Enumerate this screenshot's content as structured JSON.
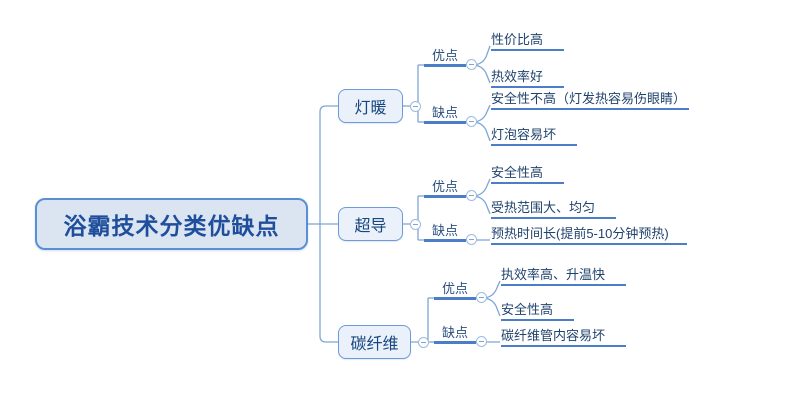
{
  "diagram": {
    "type": "mindmap",
    "background_color": "#ffffff",
    "accent_color": "#4a7fc8",
    "root": {
      "label": "浴霸技术分类优缺点",
      "fill_color": "#dbe5f1",
      "border_color": "#5b8fd4",
      "text_color": "#1f4e9c"
    },
    "branches": [
      {
        "label": "灯暖",
        "toggle_icon": "minus-circle-icon",
        "groups": [
          {
            "label": "优点",
            "toggle_icon": "minus-circle-icon",
            "leaves": [
              "性价比高",
              "热效率好"
            ]
          },
          {
            "label": "缺点",
            "toggle_icon": "minus-circle-icon",
            "leaves": [
              "安全性不高（灯发热容易伤眼睛）",
              "灯泡容易坏"
            ]
          }
        ]
      },
      {
        "label": "超导",
        "toggle_icon": "minus-circle-icon",
        "groups": [
          {
            "label": "优点",
            "toggle_icon": "minus-circle-icon",
            "leaves": [
              "安全性高",
              "受热范围大、均匀"
            ]
          },
          {
            "label": "缺点",
            "toggle_icon": "minus-circle-icon",
            "leaves": [
              "预热时间长(提前5-10分钟预热)"
            ]
          }
        ]
      },
      {
        "label": "碳纤维",
        "toggle_icon": "minus-circle-icon",
        "groups": [
          {
            "label": "优点",
            "toggle_icon": "minus-circle-icon",
            "leaves": [
              "执效率高、升温快",
              "安全性高"
            ]
          },
          {
            "label": "缺点",
            "toggle_icon": "minus-circle-icon",
            "leaves": [
              "碳纤维管内容易坏"
            ]
          }
        ]
      }
    ]
  }
}
